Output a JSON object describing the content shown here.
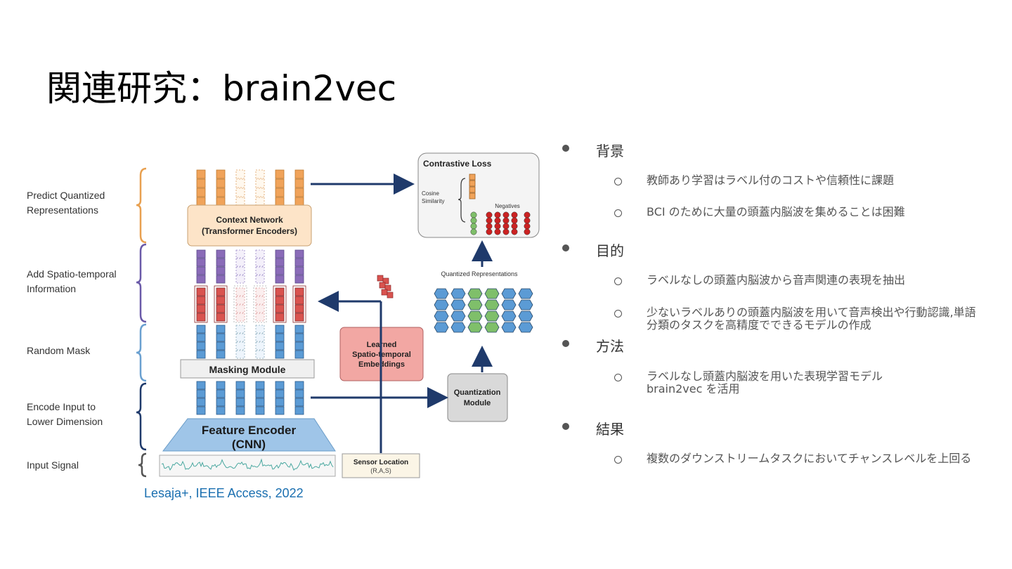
{
  "title": "関連研究：brain2vec",
  "caption": "Lesaja+, IEEE Access, 2022",
  "figure": {
    "left_labels": [
      [
        "Predict Quantized",
        "Representations"
      ],
      [
        "Add Spatio-temporal",
        "Information"
      ],
      [
        "Random Mask"
      ],
      [
        "Encode Input to",
        "Lower Dimension"
      ],
      [
        "Input Signal"
      ]
    ],
    "context_network": [
      "Context Network",
      "(Transformer Encoders)"
    ],
    "masking_module": "Masking Module",
    "feature_encoder": [
      "Feature Encoder",
      "(CNN)"
    ],
    "contrastive_loss": "Contrastive Loss",
    "cosine_similarity": [
      "Cosine",
      "Similarity"
    ],
    "negatives": "Negatives",
    "quantized_representations": "Quantized Representations",
    "learned_embeddings": [
      "Learned",
      "Spatio-temporal",
      "Embeddings"
    ],
    "quantization_module": [
      "Quantization",
      "Module"
    ],
    "sensor_location": [
      "Sensor Location",
      "(R,A,S)"
    ],
    "colors": {
      "orange": "#f0a35a",
      "purple": "#8a6bb8",
      "red": "#d9534f",
      "blue": "#5b9bd5",
      "green": "#7fbf6a",
      "navy": "#1f3a6b"
    }
  },
  "bullets": [
    {
      "label": "背景",
      "items": [
        "教師あり学習はラベル付のコストや信頼性に課題",
        "BCI のために大量の頭蓋内脳波を集めることは困難"
      ]
    },
    {
      "label": "目的",
      "items": [
        "ラベルなしの頭蓋内脳波から音声関連の表現を抽出",
        "少ないラベルありの頭蓋内脳波を用いて音声検出や行動認識,単語分類のタスクを高精度でできるモデルの作成"
      ]
    },
    {
      "label": "方法",
      "items": [
        "ラベルなし頭蓋内脳波を用いた表現学習モデル brain2vec を活用"
      ]
    },
    {
      "label": "結果",
      "items": [
        "複数のダウンストリームタスクにおいてチャンスレベルを上回る"
      ]
    }
  ]
}
